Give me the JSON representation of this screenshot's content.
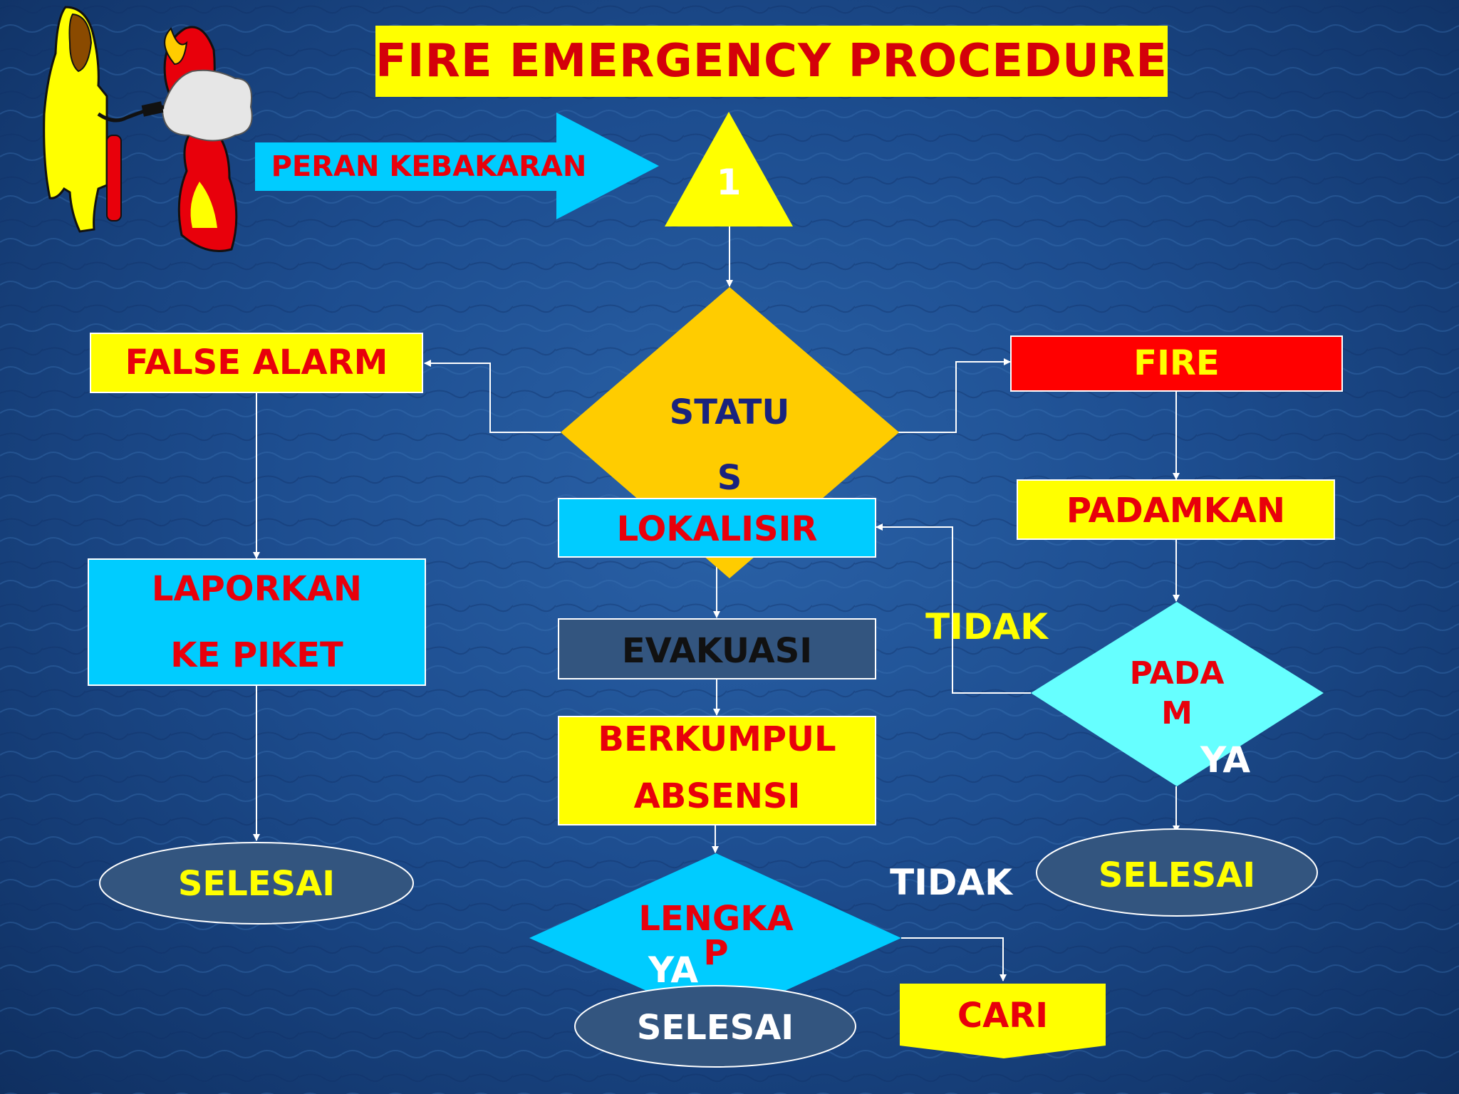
{
  "title": "FIRE EMERGENCY PROCEDURE",
  "colors": {
    "yellow": "#ffff00",
    "red": "#e8000b",
    "cyan": "#00ccff",
    "light_cyan": "#66ffff",
    "orange": "#ffcc00",
    "slate": "#33557f",
    "navy_text": "#1a237e",
    "white": "#ffffff",
    "black": "#111111"
  },
  "illustration": {
    "icon": "firefighter-extinguisher-icon"
  },
  "arrow_label": "PERAN KEBAKARAN",
  "start_number": "1",
  "status_line1": "STATU",
  "status_line2": "S",
  "left_branch": {
    "false_alarm": "FALSE ALARM",
    "laporkan_line1": "LAPORKAN",
    "laporkan_line2": "KE PIKET",
    "selesai": "SELESAI"
  },
  "center_branch": {
    "lokalisir": "LOKALISIR",
    "evakuasi": "EVAKUASI",
    "berkumpul_line1": "BERKUMPUL",
    "berkumpul_line2": "ABSENSI",
    "lengkap_line1": "LENGKA",
    "lengkap_line2": "P",
    "ya": "YA",
    "tidak": "TIDAK",
    "selesai": "SELESAI",
    "cari": "CARI"
  },
  "right_branch": {
    "fire": "FIRE",
    "padamkan": "PADAMKAN",
    "padam_line1": "PADA",
    "padam_line2": "M",
    "ya": "YA",
    "tidak": "TIDAK",
    "selesai": "SELESAI"
  }
}
